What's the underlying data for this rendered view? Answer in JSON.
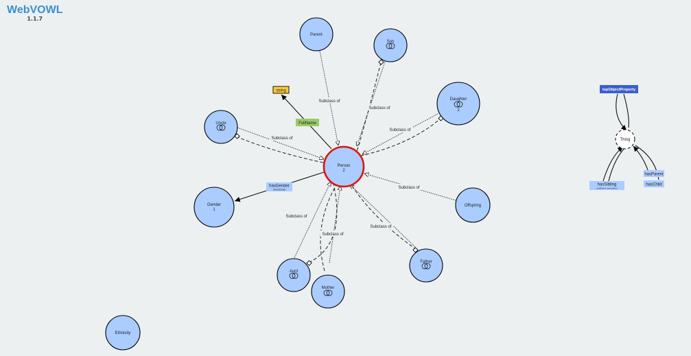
{
  "app": {
    "name": "WebVOWL",
    "version": "1.1.7"
  },
  "colors": {
    "class_fill": "#aaccff",
    "selected_stroke": "#e01010",
    "datatype_fill": "#ffcc33",
    "data_property_fill": "#99cc66",
    "object_property_fill": "#aaccff",
    "top_property_fill": "#3a5fcd",
    "background": "#ecf0f1"
  },
  "classes": {
    "parent": {
      "label": "Parent"
    },
    "son": {
      "label": "Son"
    },
    "daughter": {
      "label": "Daughter",
      "count": "2"
    },
    "uncle": {
      "label": "Uncle"
    },
    "person": {
      "label": "Person",
      "count": "2"
    },
    "gender": {
      "label": "Gender",
      "count": "1"
    },
    "offspring": {
      "label": "Offspring"
    },
    "father": {
      "label": "Father"
    },
    "aunt": {
      "label": "Aunt"
    },
    "mother": {
      "label": "Mother"
    },
    "ethnicity": {
      "label": "Ethnicity"
    },
    "thing": {
      "label": "Thing"
    }
  },
  "datatype": {
    "label": "string"
  },
  "data_property": {
    "label": "FullName"
  },
  "object_properties": {
    "has_gender": {
      "label": "hasGender",
      "note": "(functional)"
    },
    "top": {
      "label": "topObjectProperty"
    },
    "has_sibling": {
      "label": "hasSibling",
      "note": "(inefficient, symmetric)"
    },
    "has_parent": {
      "label": "hasParent"
    },
    "has_child": {
      "label": "hasChild"
    }
  },
  "subclass_label": "Subclass of",
  "icons": {
    "intersection": "venn-intersection-icon",
    "subclass_marker": "hollow-triangle-arrow",
    "equivalence_marker": "hollow-diamond"
  }
}
